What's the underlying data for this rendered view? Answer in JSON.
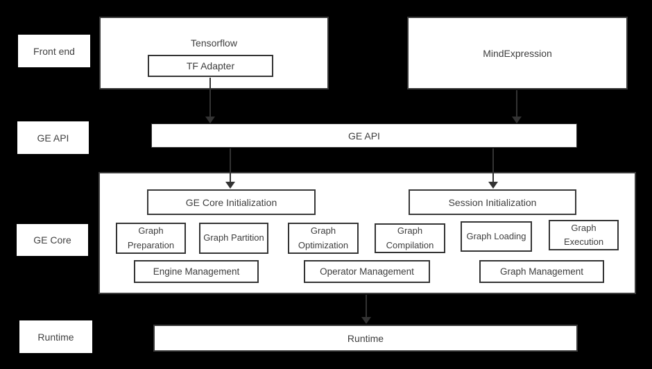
{
  "diagram": {
    "row_labels": {
      "front_end": "Front end",
      "ge_api": "GE API",
      "ge_core": "GE Core",
      "runtime": "Runtime"
    },
    "front_end": {
      "tensorflow": "Tensorflow",
      "tf_adapter": "TF Adapter",
      "mind_expression": "MindExpression"
    },
    "ge_api_bar": {
      "label": "GE API"
    },
    "ge_core": {
      "core_init": "GE Core Initialization",
      "session_init": "Session Initialization",
      "stages": [
        "Graph Preparation",
        "Graph Partition",
        "Graph Optimization",
        "Graph Compilation",
        "Graph Loading",
        "Graph Execution"
      ],
      "management": [
        "Engine Management",
        "Operator Management",
        "Graph Management"
      ]
    },
    "runtime_bar": {
      "label": "Runtime"
    },
    "colors": {
      "background": "#000000",
      "box_fill": "#ffffff",
      "box_border": "#333333",
      "text": "#3d3d3d",
      "arrow": "#333333"
    }
  }
}
